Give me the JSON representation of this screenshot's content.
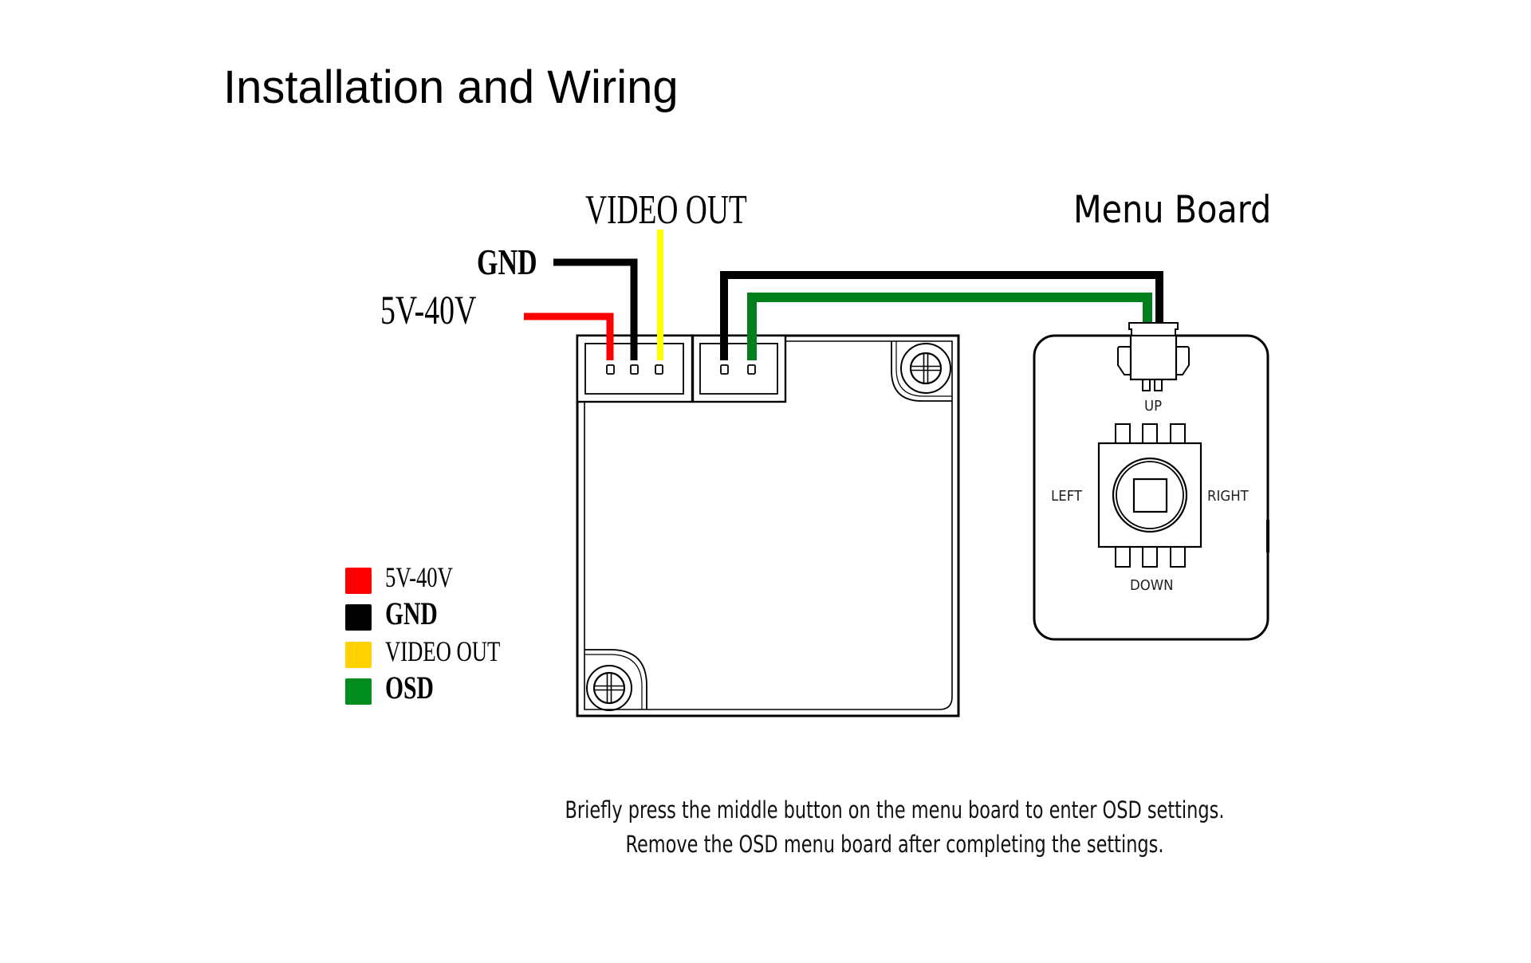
{
  "title": "Installation and Wiring",
  "wire_labels": {
    "video_out": "VIDEO OUT",
    "gnd": "GND",
    "power": "5V-40V"
  },
  "menu_board": {
    "title": "Menu Board",
    "directions": {
      "up": "UP",
      "down": "DOWN",
      "left": "LEFT",
      "right": "RIGHT"
    }
  },
  "colors": {
    "power_wire": "#ff0000",
    "gnd_wire": "#000000",
    "video_wire": "#ffff00",
    "osd_wire": "#00801c",
    "legend_video": "#ffd200",
    "legend_osd": "#008c1e"
  },
  "legend": [
    {
      "label": "5V-40V",
      "color": "#ff0000"
    },
    {
      "label": "GND",
      "color": "#000000"
    },
    {
      "label": "VIDEO OUT",
      "color": "#ffd200"
    },
    {
      "label": "OSD",
      "color": "#008c1e"
    }
  ],
  "caption": {
    "line1": "Briefly press the middle button on the menu board to enter OSD settings.",
    "line2": "Remove the OSD menu board after completing the settings."
  }
}
